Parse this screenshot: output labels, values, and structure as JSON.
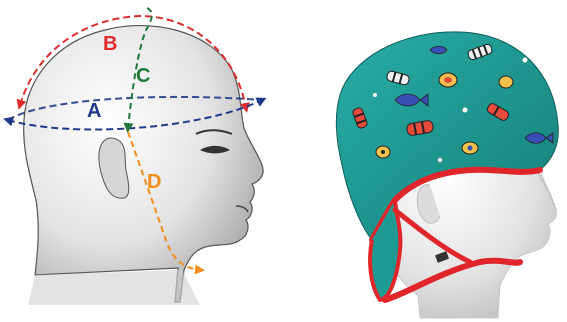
{
  "labels": {
    "a": "A",
    "b": "B",
    "c": "C",
    "d": "D"
  },
  "colors": {
    "a": "#1f3a8a",
    "b": "#e02c2c",
    "c": "#1f7a3a",
    "d": "#f28c1a",
    "helmet_fabric": "#1f9a93",
    "strap": "#e0262b",
    "mannequin": "#e8e8e8"
  }
}
